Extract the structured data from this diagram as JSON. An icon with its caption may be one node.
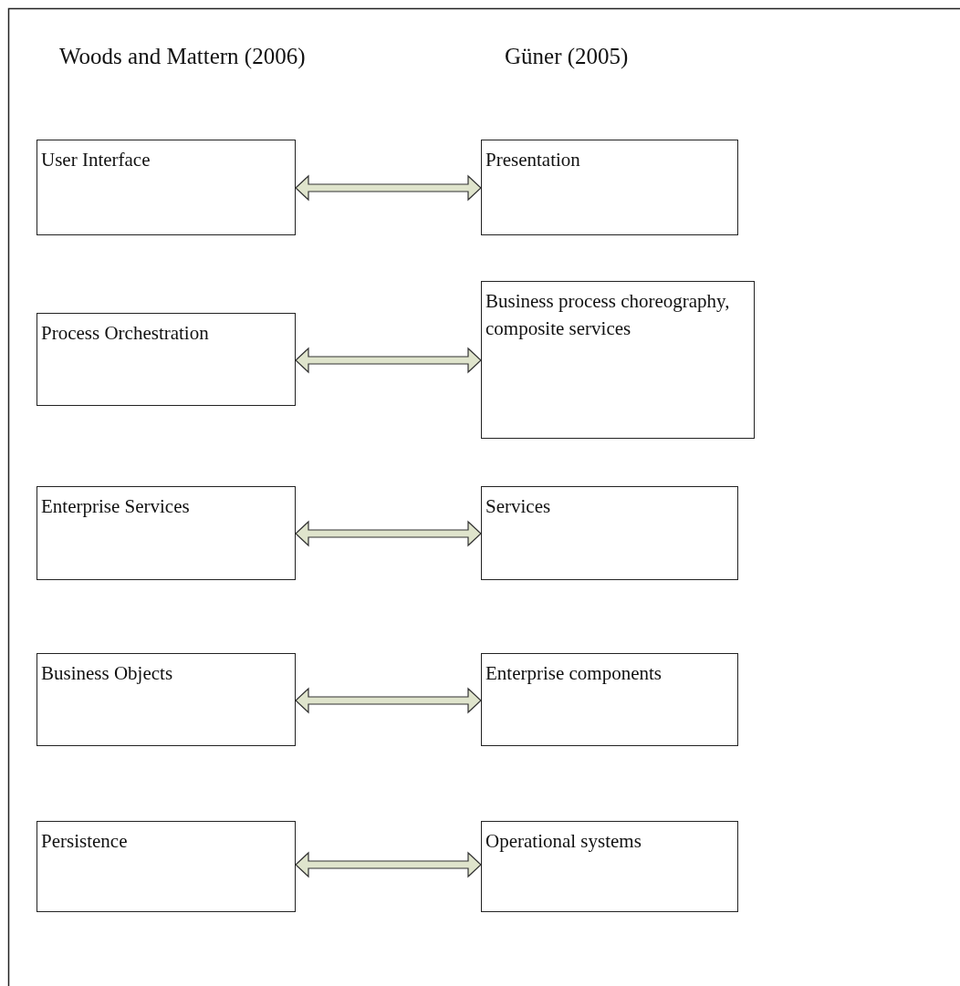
{
  "diagram": {
    "nodes": [
      {
        "text": [
          "User Interface"
        ]
      },
      {
        "text": [
          "Presentation"
        ]
      },
      {
        "text": [
          "Process Orchestration"
        ]
      },
      {
        "text": [
          "Business process choreography, composite services"
        ]
      },
      {
        "text": [
          "Enterprise Services"
        ]
      },
      {
        "text": [
          "Services"
        ]
      },
      {
        "text": [
          "Business Objects"
        ]
      },
      {
        "text": [
          "Enterprise components"
        ]
      },
      {
        "text": [
          "Persistence"
        ]
      },
      {
        "text": [
          "Operational systems"
        ]
      }
    ],
    "edges": [
      {
        "from": 0,
        "to": 1,
        "arrow": "both"
      },
      {
        "from": 2,
        "to": 3,
        "arrow": "both"
      },
      {
        "from": 4,
        "to": 5,
        "arrow": "both"
      },
      {
        "from": 6,
        "to": 7,
        "arrow": "both"
      },
      {
        "from": 8,
        "to": 9,
        "arrow": "both"
      }
    ],
    "labels": [
      "Woods and Mattern (2006)",
      "Güner (2005)"
    ]
  }
}
